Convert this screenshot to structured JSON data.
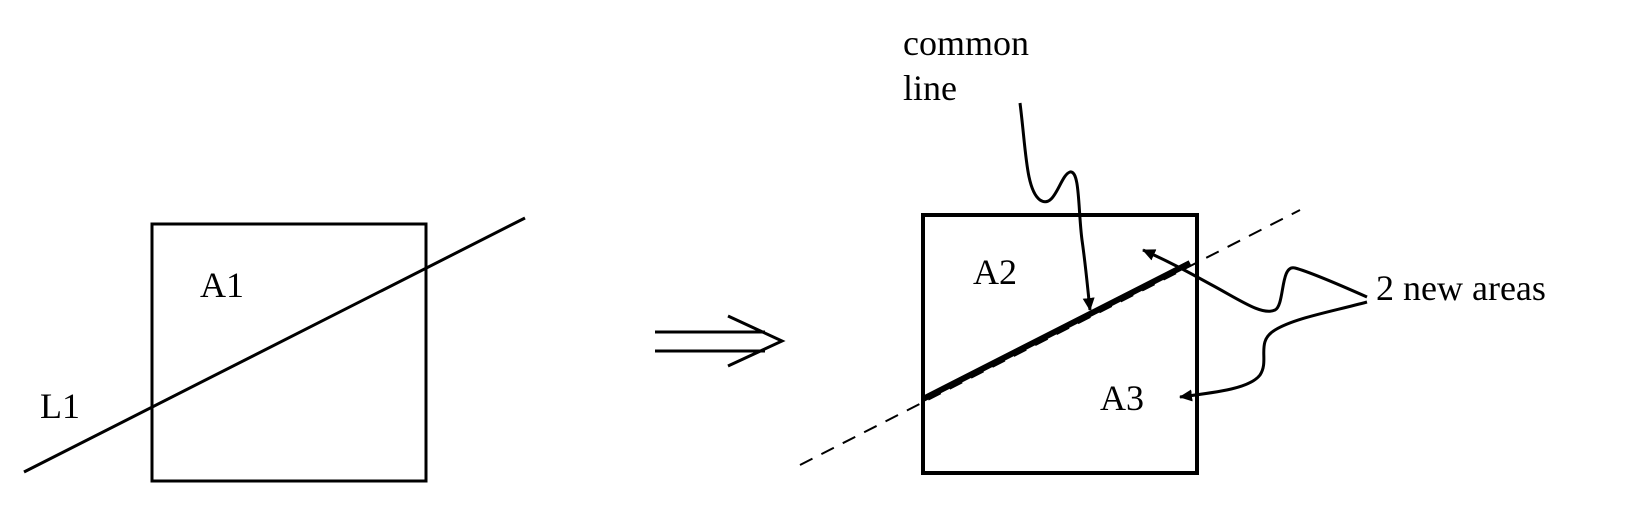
{
  "colors": {
    "background": "#ffffff",
    "ink": "#000000"
  },
  "left_figure": {
    "area_label": "A1",
    "line_label": "L1"
  },
  "implies_symbol": "double-right-arrow-icon",
  "right_figure": {
    "area_label_top": "A2",
    "area_label_bottom": "A3",
    "common_line_annotation": {
      "line1": "common",
      "line2": "line"
    },
    "new_areas_annotation": "2 new areas"
  }
}
